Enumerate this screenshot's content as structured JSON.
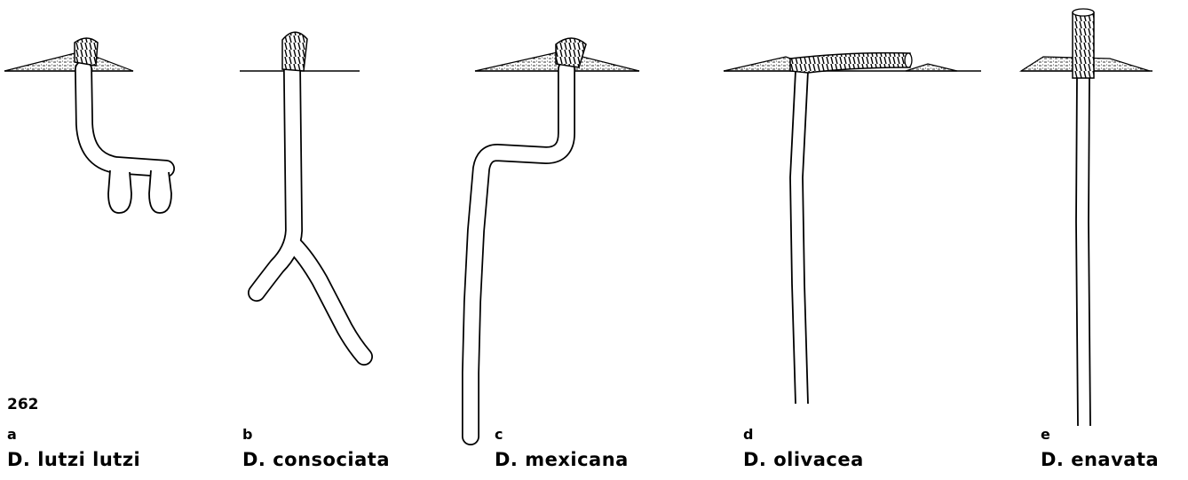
{
  "figure": {
    "number": "262",
    "panels": [
      {
        "letter": "a",
        "species": "D. lutzi lutzi"
      },
      {
        "letter": "b",
        "species": "D. consociata"
      },
      {
        "letter": "c",
        "species": "D. mexicana"
      },
      {
        "letter": "d",
        "species": "D. olivacea"
      },
      {
        "letter": "e",
        "species": "D. enavata"
      }
    ]
  },
  "colors": {
    "ink": "#000000",
    "soil": "#d8d8d8",
    "paper": "#ffffff"
  }
}
